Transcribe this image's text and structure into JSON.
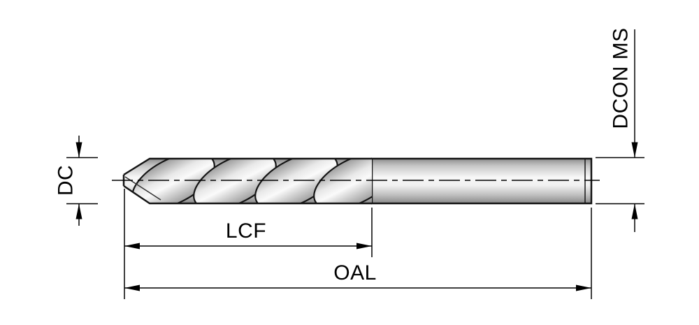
{
  "diagram": {
    "labels": {
      "dc": "DC",
      "lcf": "LCF",
      "oal": "OAL",
      "dcon_ms": "DCON MS"
    },
    "colors": {
      "background": "#ffffff",
      "line": "#000000",
      "metal_light": "#f8f8f8",
      "metal_mid": "#d9d9d9",
      "metal_dark": "#8e8e8e"
    }
  }
}
